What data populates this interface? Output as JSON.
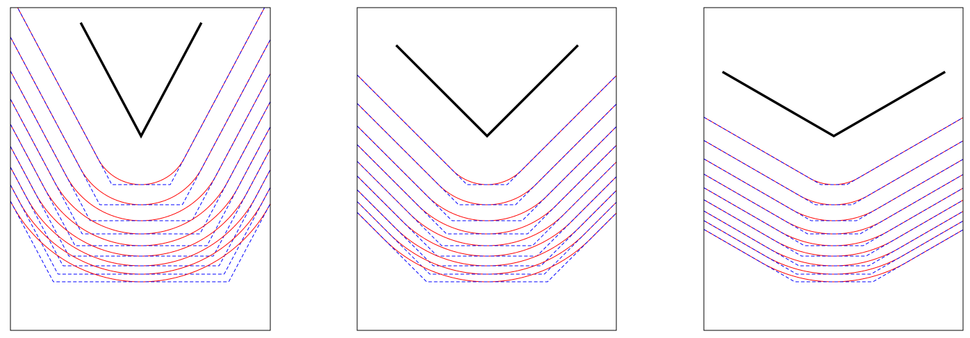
{
  "figure": {
    "panels": [
      {
        "id": "panel-1",
        "wedge_half_angle_deg": 28,
        "level_set_distances": [
          70,
          99,
          122,
          141,
          158,
          173,
          187,
          199,
          210
        ],
        "colors": {
          "solution": "#ff0000",
          "reference": "#0000ff",
          "obstacle": "#000000",
          "frame": "#000000"
        },
        "styles": {
          "solution": "solid",
          "reference": "dashed"
        }
      },
      {
        "id": "panel-2",
        "wedge_half_angle_deg": 45,
        "level_set_distances": [
          70,
          99,
          122,
          141,
          158,
          173,
          187,
          199,
          210
        ],
        "colors": {
          "solution": "#ff0000",
          "reference": "#0000ff",
          "obstacle": "#000000",
          "frame": "#000000"
        },
        "styles": {
          "solution": "solid",
          "reference": "dashed"
        }
      },
      {
        "id": "panel-3",
        "wedge_half_angle_deg": 60,
        "level_set_distances": [
          70,
          99,
          122,
          141,
          158,
          173,
          187,
          199,
          210
        ],
        "colors": {
          "solution": "#ff0000",
          "reference": "#0000ff",
          "obstacle": "#000000",
          "frame": "#000000"
        },
        "styles": {
          "solution": "solid",
          "reference": "dashed"
        }
      }
    ]
  }
}
